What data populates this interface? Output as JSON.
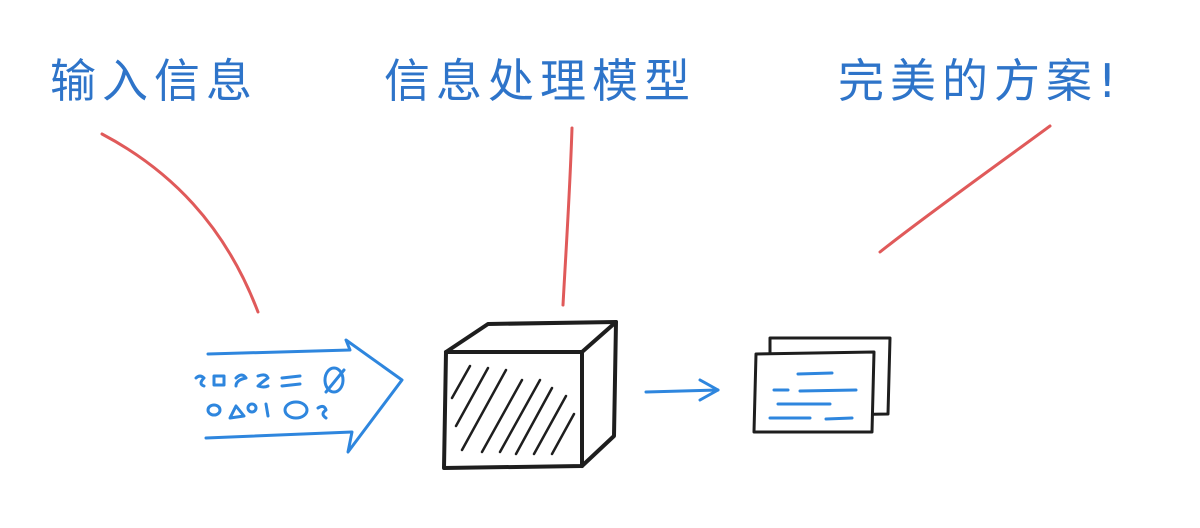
{
  "labels": {
    "input": "输入信息",
    "model": "信息处理模型",
    "solution": "完美的方案!"
  },
  "colors": {
    "text": "#2e74c9",
    "pointer": "#e05a5a",
    "ink": "#1e1e1e",
    "arrow": "#2e86de"
  }
}
